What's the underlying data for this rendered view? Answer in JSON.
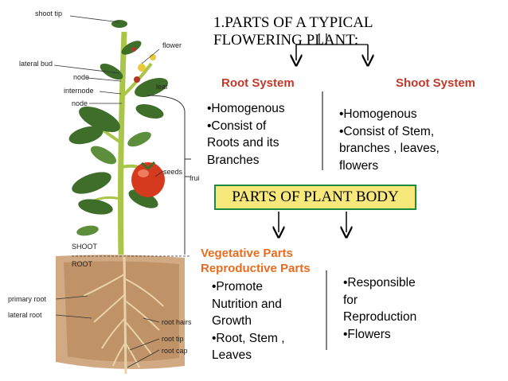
{
  "title_line1": "1.PARTS OF A TYPICAL",
  "title_line2": "FLOWERING PLANT:",
  "root_system": {
    "heading": "Root System",
    "lines": [
      "•Homogenous",
      "•Consist of",
      "Roots and its",
      "Branches"
    ]
  },
  "shoot_system": {
    "heading": "Shoot System",
    "lines": [
      "•Homogenous",
      "•Consist of Stem,",
      "branches , leaves,",
      "flowers"
    ]
  },
  "body_box": "PARTS OF PLANT BODY",
  "vegetative": {
    "heading": "Vegetative Parts",
    "lines": [
      "•Promote",
      "Nutrition and",
      "Growth",
      "•Root, Stem ,",
      "Leaves"
    ]
  },
  "reproductive": {
    "heading": "Reproductive Parts",
    "lines": [
      "•Responsible",
      "for",
      "Reproduction",
      "•Flowers"
    ]
  },
  "plant_labels": {
    "shoot_tip": "shoot tip",
    "flower": "flower",
    "lateral_bud": "lateral bud",
    "node1": "node",
    "internode": "internode",
    "leaf": "leaf",
    "node2": "node",
    "seeds": "seeds",
    "fruit": "fruit",
    "shoot": "SHOOT",
    "root": "ROOT",
    "primary_root": "primary root",
    "lateral_root": "lateral root",
    "root_hairs": "root hairs",
    "root_tip": "root tip",
    "root_cap": "root cap"
  },
  "colors": {
    "stem": "#a9c64a",
    "leaf": "#3f6e2a",
    "fruit": "#d63a1e",
    "soil": "#b98a5c",
    "root_heading": "#c0392b",
    "orange_heading": "#e86c1f",
    "box_fill": "#f7e87c",
    "box_border": "#1b8a3c"
  }
}
